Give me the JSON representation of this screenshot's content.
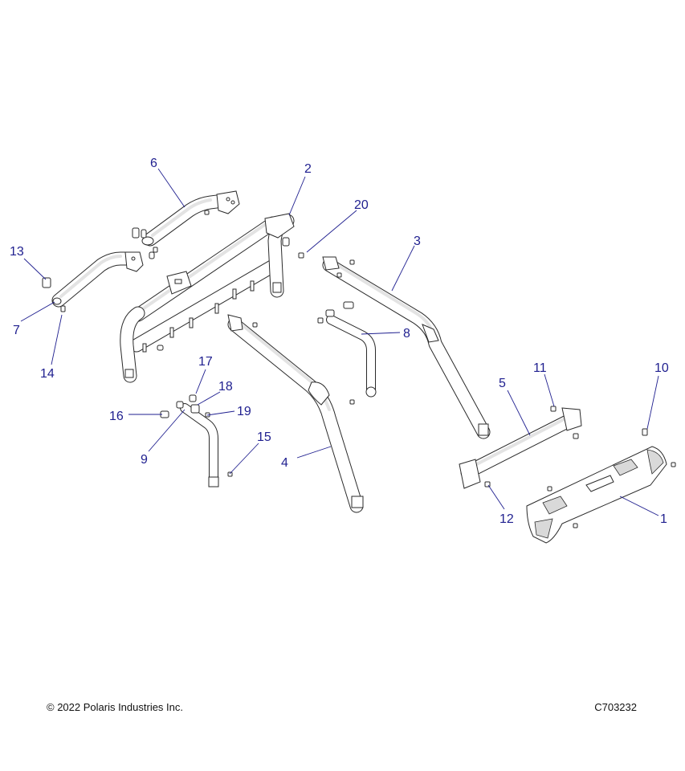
{
  "callouts": {
    "c1": "1",
    "c2": "2",
    "c3": "3",
    "c4": "4",
    "c5": "5",
    "c6": "6",
    "c7": "7",
    "c8": "8",
    "c9": "9",
    "c10": "10",
    "c11": "11",
    "c12": "12",
    "c13": "13",
    "c14": "14",
    "c15": "15",
    "c16": "16",
    "c17": "17",
    "c18": "18",
    "c19": "19",
    "c20": "20"
  },
  "footer": {
    "copyright": "© 2022 Polaris Industries Inc.",
    "diagram_id": "C703232"
  },
  "colors": {
    "callout": "#1f1f8f",
    "line_art": "#2a2a2a"
  }
}
